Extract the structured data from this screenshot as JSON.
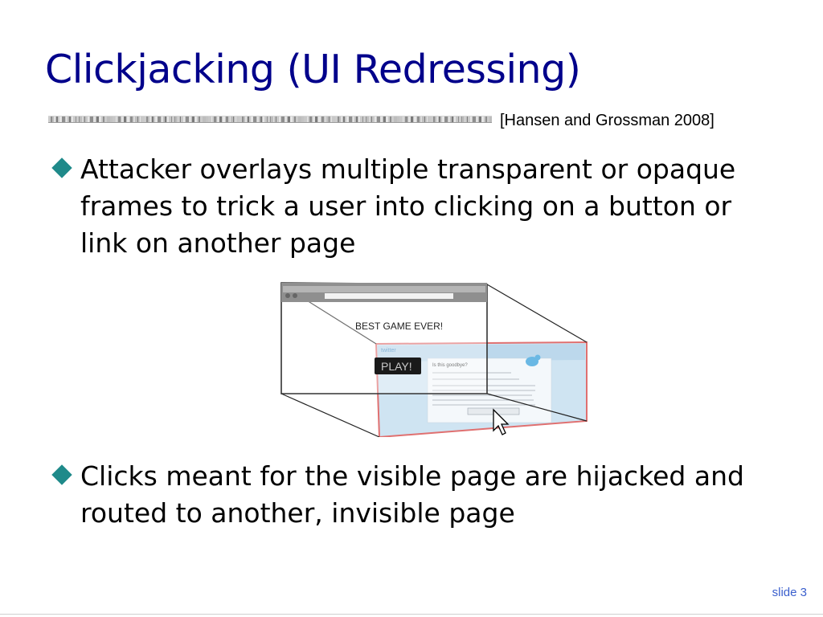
{
  "slide": {
    "title": "Clickjacking (UI Redressing)",
    "citation": "[Hansen and Grossman 2008]",
    "bullets": [
      "Attacker overlays multiple transparent or opaque frames to trick a user into clicking on a button or link on another page",
      "Clicks meant for the visible page are hijacked and routed to another, invisible page"
    ],
    "figure": {
      "front_caption": "BEST GAME EVER!",
      "play_button": "PLAY!",
      "hidden_heading": "Is this goodbye?",
      "hidden_logo": "twitter",
      "icons": [
        "diamond-bullet-icon",
        "mouse-cursor-icon",
        "bird-icon"
      ]
    },
    "slide_number": "slide 3"
  },
  "colors": {
    "title": "#00008b",
    "bullet": "#1f8a8a",
    "slide_number": "#3a5fcd",
    "hidden_frame_border": "#e07070",
    "hidden_frame_fill": "#cfe4f2"
  }
}
